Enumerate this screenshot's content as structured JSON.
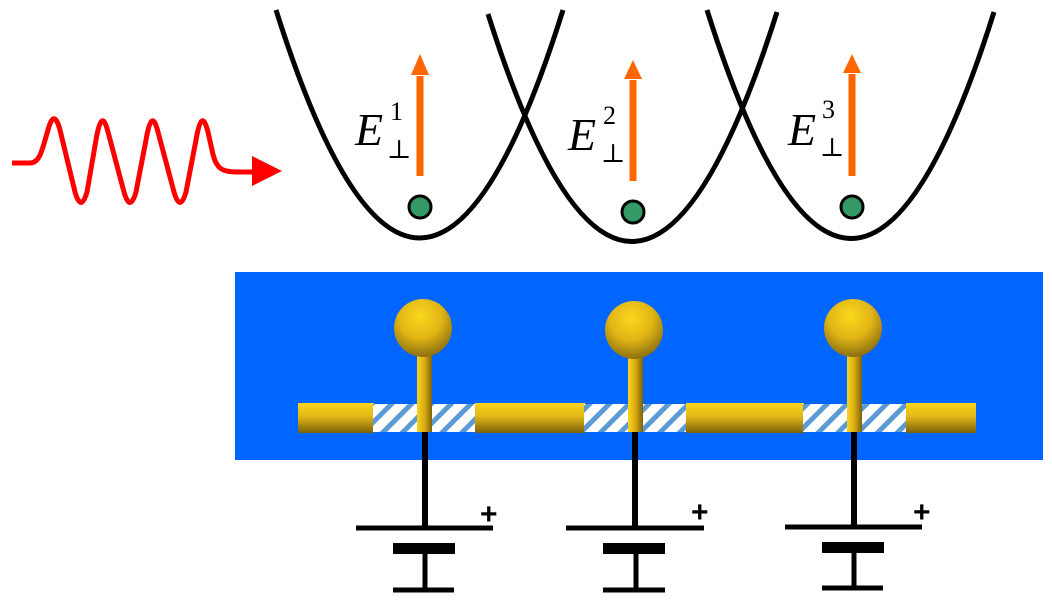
{
  "title": "Photon-driven qubits in gate-defined potential wells",
  "colors": {
    "wave": "#ff0000",
    "potential": "#000000",
    "energy_arrow": "#ff6600",
    "particle_fill": "#339966",
    "substrate": "#0066ff",
    "gate_gold_light": "#f5cf1a",
    "gate_gold_dark": "#7a6108",
    "hatch_blue": "#5b9bd5",
    "wire": "#000000"
  },
  "incoming_wave": {
    "icon": "wavy-arrow-icon",
    "label": ""
  },
  "wells": [
    {
      "id": 1,
      "energy_symbol": "E",
      "superscript": "1",
      "subscript": "⊥"
    },
    {
      "id": 2,
      "energy_symbol": "E",
      "superscript": "2",
      "subscript": "⊥"
    },
    {
      "id": 3,
      "energy_symbol": "E",
      "superscript": "3",
      "subscript": "⊥"
    }
  ],
  "gates": [
    {
      "id": 1,
      "battery_polarity": "+"
    },
    {
      "id": 2,
      "battery_polarity": "+"
    },
    {
      "id": 3,
      "battery_polarity": "+"
    }
  ]
}
